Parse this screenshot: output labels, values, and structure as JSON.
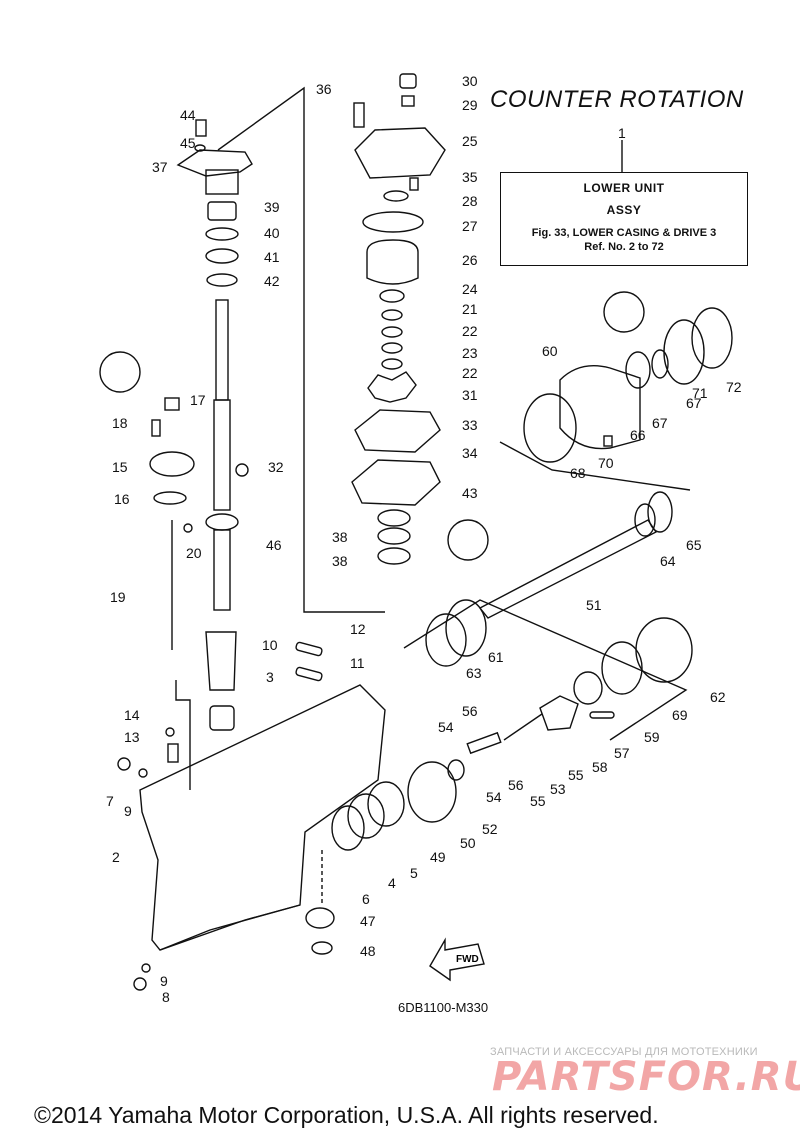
{
  "title": "COUNTER ROTATION",
  "info_box": {
    "ref_label": "1",
    "line1": "LOWER UNIT",
    "line2": "ASSY",
    "line3": "Fig. 33, LOWER CASING & DRIVE 3",
    "line4": "Ref. No. 2 to 72"
  },
  "figure_code": "6DB1100-M330",
  "watermark_line1": "ЗАПЧАСТИ И АКСЕССУАРЫ ДЛЯ МОТОТЕХНИКИ",
  "watermark_line2": "PARTSFOR.RU",
  "copyright": "©2014 Yamaha Motor Corporation, U.S.A. All rights reserved.",
  "fwd_label": "FWD",
  "callouts": [
    "30",
    "29",
    "36",
    "25",
    "35",
    "28",
    "27",
    "26",
    "24",
    "21",
    "22",
    "23",
    "22",
    "31",
    "33",
    "34",
    "43",
    "38",
    "38",
    "44",
    "45",
    "37",
    "39",
    "40",
    "41",
    "42",
    "17",
    "18",
    "15",
    "16",
    "32",
    "46",
    "20",
    "19",
    "12",
    "10",
    "11",
    "3",
    "14",
    "13",
    "7",
    "9",
    "2",
    "9",
    "8",
    "47",
    "48",
    "6",
    "4",
    "5",
    "49",
    "50",
    "52",
    "54",
    "56",
    "54",
    "56",
    "55",
    "53",
    "55",
    "58",
    "57",
    "59",
    "69",
    "62",
    "63",
    "61",
    "51",
    "64",
    "65",
    "60",
    "68",
    "70",
    "66",
    "67",
    "67",
    "71",
    "72"
  ]
}
